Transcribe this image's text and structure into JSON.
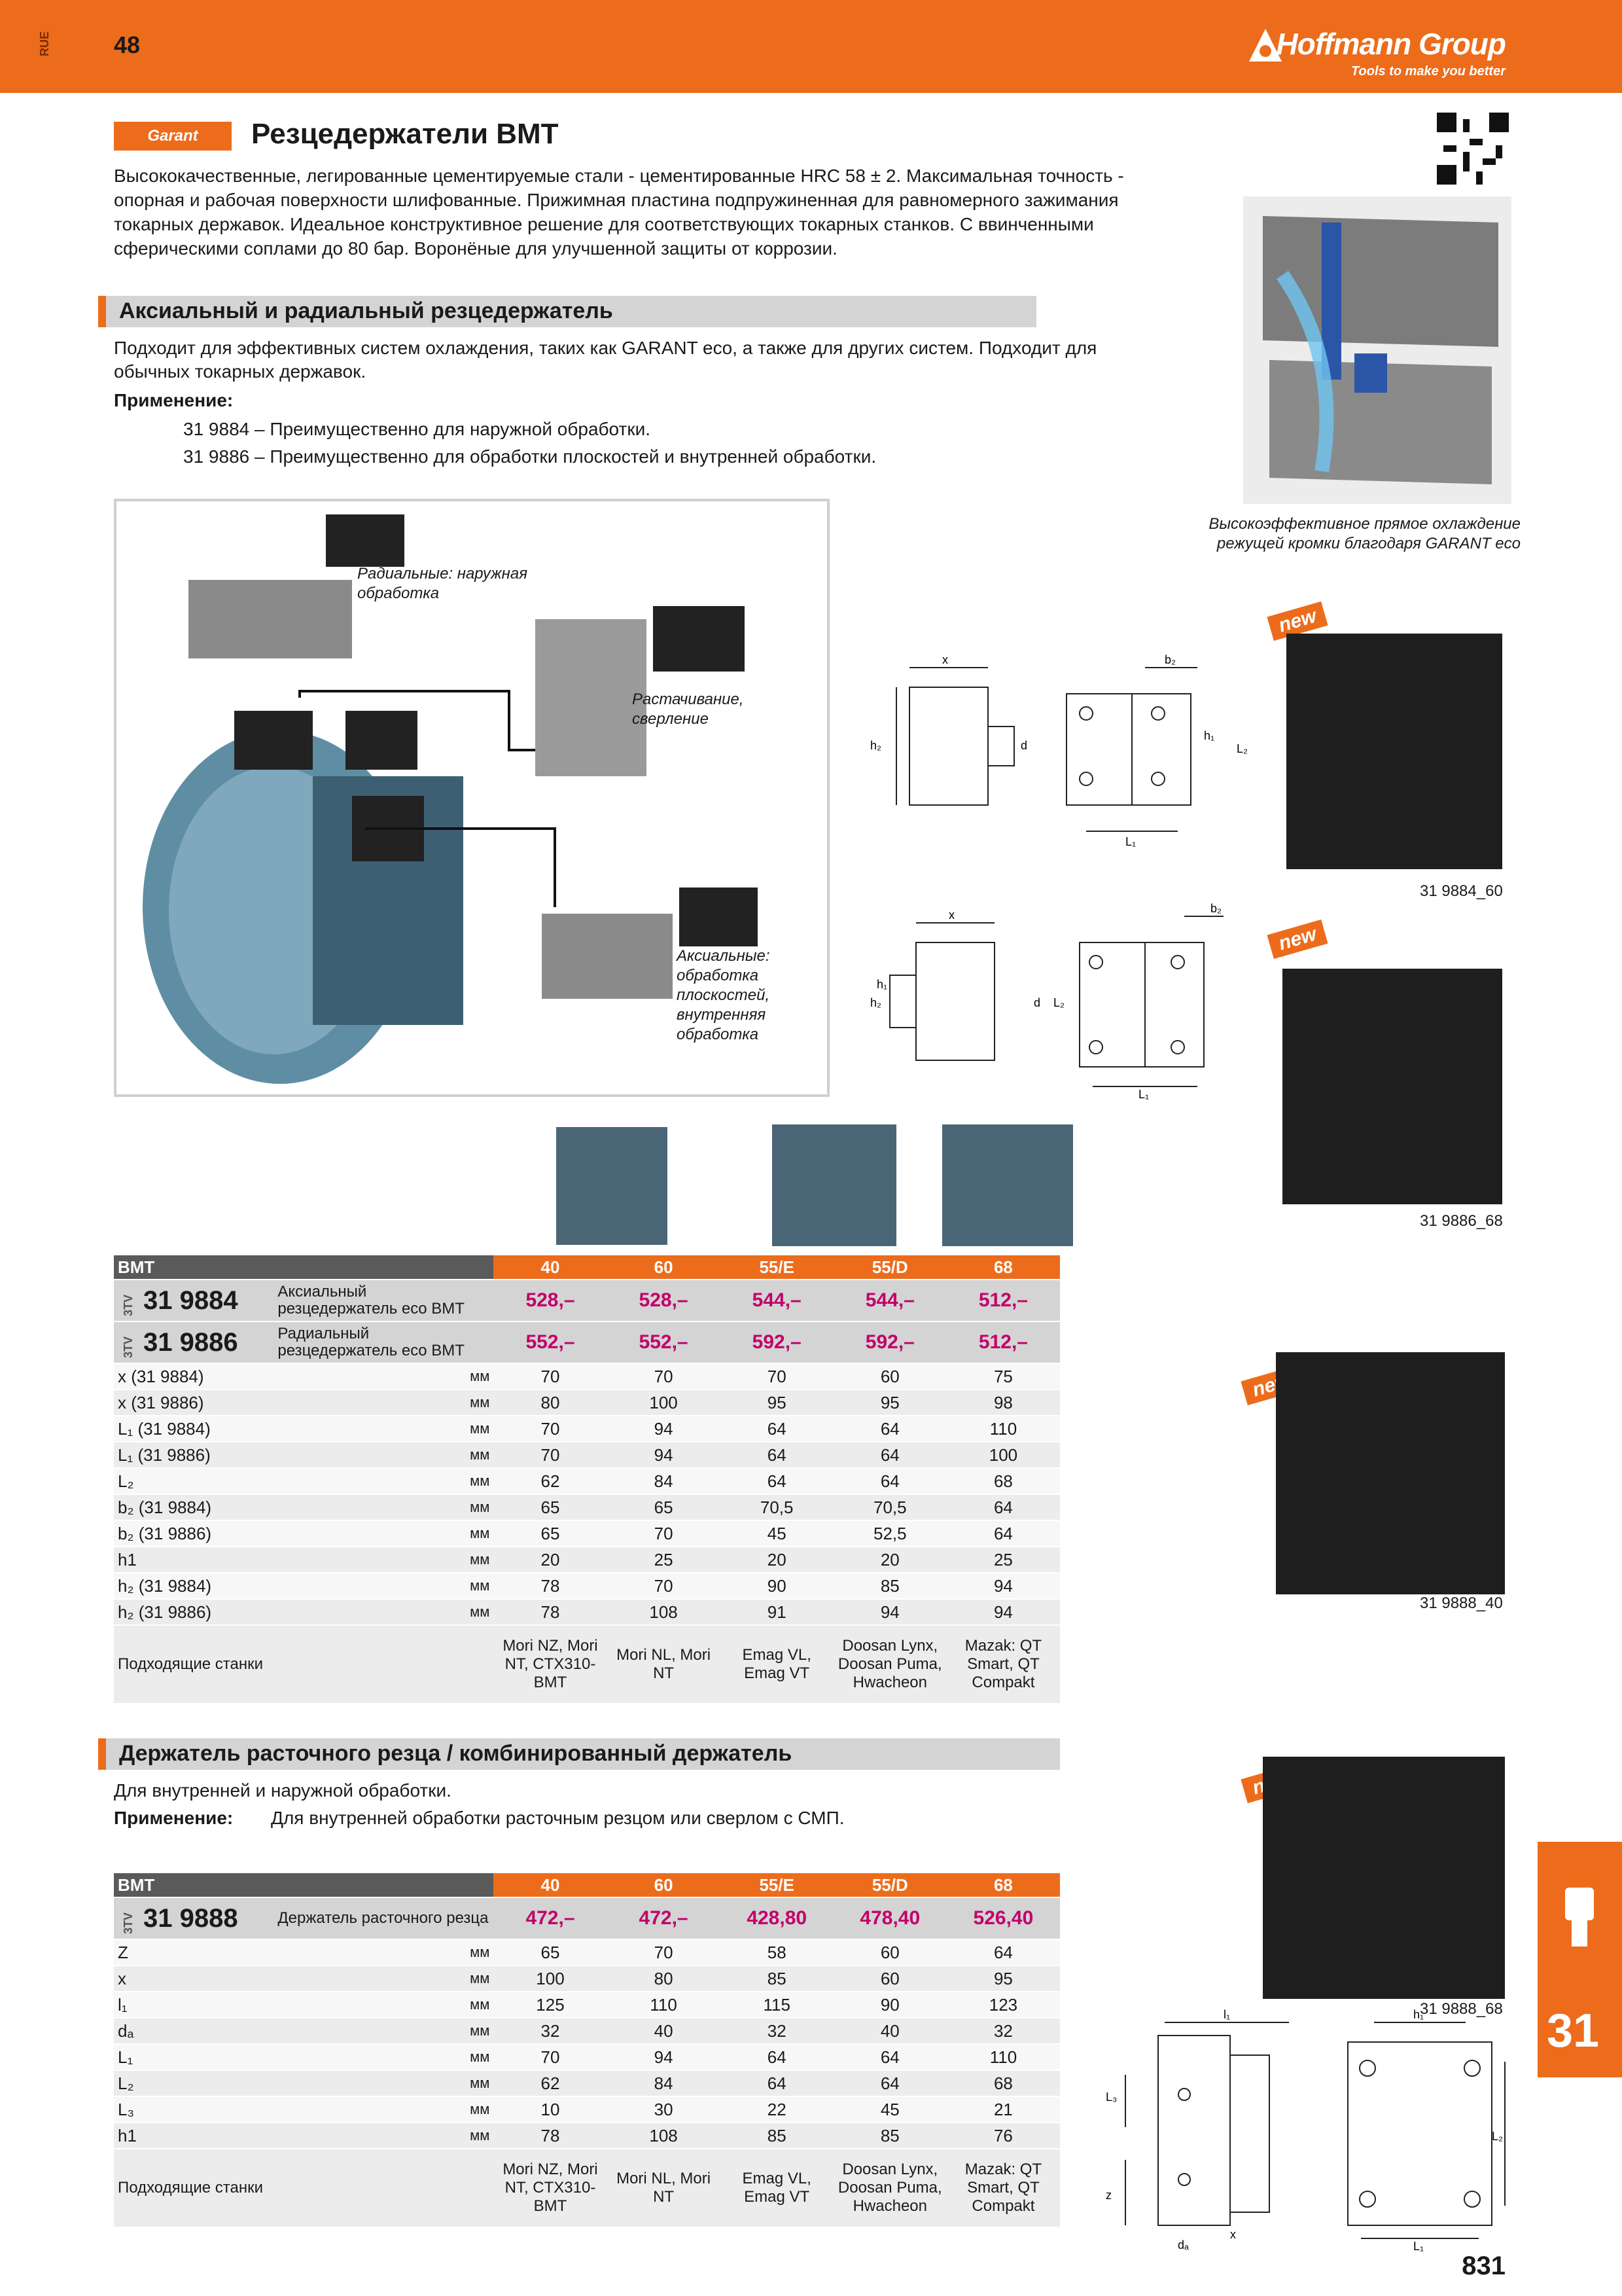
{
  "header": {
    "lang_code": "RUE",
    "page_number": "48",
    "brand": "Hoffmann Group",
    "tagline": "Tools to make you better"
  },
  "product": {
    "badge": "Garant",
    "title": "Резцедержатели BMT",
    "intro": "Высококачественные, легированные цементируемые стали - цементированные HRC 58 ± 2. Максимальная точность - опорная и рабочая поверхности шлифованные. Прижимная пластина подпружиненная для равномерного зажимания токарных державок. Идеальное конструктивное решение для соответствующих токарных станков. С ввинченными сферическими соплами до 80 бар. Воронёные для улучшенной защиты от коррозии."
  },
  "section1": {
    "heading": "Аксиальный и радиальный резцедержатель",
    "text": "Подходит для эффективных систем охлаждения, таких как GARANT eco, а также для других систем. Подходит для обычных токарных державок.",
    "app_label": "Применение:",
    "apps": [
      "31 9884 – Преимущественно для наружной обработки.",
      "31 9886 – Преимущественно для обработки плоскостей и внутренней обработки."
    ],
    "diagram_labels": {
      "radial": "Радиальные: наружная обработка",
      "boring": "Растачивание, сверление",
      "axial": "Аксиальные: обработка плоскостей, внутренняя обработка"
    },
    "cooling_caption": "Высокоэффективное прямое охлаждение режущей кромки благодаря GARANT eco"
  },
  "images": {
    "new_label": "new",
    "refs": [
      "31 9884_60",
      "31 9886_68",
      "31 9888_40",
      "31 9888_68"
    ]
  },
  "dims": {
    "x": "x",
    "b2": "b₂",
    "h2": "h₂",
    "h1": "h₁",
    "d": "d",
    "L1": "L₁",
    "L2": "L₂",
    "l1": "l₁",
    "L3": "L₃",
    "z": "z",
    "da": "dₐ"
  },
  "table1": {
    "header": [
      "BMT",
      "40",
      "60",
      "55/E",
      "55/D",
      "68"
    ],
    "price_rows": [
      {
        "zone": "3TV",
        "art": "31 9884",
        "label": "Аксиальный резцедержатель eco BMT",
        "prices": [
          "528,–",
          "528,–",
          "544,–",
          "544,–",
          "512,–"
        ]
      },
      {
        "zone": "3TV",
        "art": "31 9886",
        "label": "Радиальный резцедержатель eco BMT",
        "prices": [
          "552,–",
          "552,–",
          "592,–",
          "592,–",
          "512,–"
        ]
      }
    ],
    "unit": "мм",
    "rows": [
      {
        "label": "x (31 9884)",
        "values": [
          "70",
          "70",
          "70",
          "60",
          "75"
        ]
      },
      {
        "label": "x (31 9886)",
        "values": [
          "80",
          "100",
          "95",
          "95",
          "98"
        ]
      },
      {
        "label": "L₁ (31 9884)",
        "values": [
          "70",
          "94",
          "64",
          "64",
          "110"
        ]
      },
      {
        "label": "L₁ (31 9886)",
        "values": [
          "70",
          "94",
          "64",
          "64",
          "100"
        ]
      },
      {
        "label": "L₂",
        "values": [
          "62",
          "84",
          "64",
          "64",
          "68"
        ]
      },
      {
        "label": "b₂ (31 9884)",
        "values": [
          "65",
          "65",
          "70,5",
          "70,5",
          "64"
        ]
      },
      {
        "label": "b₂ (31 9886)",
        "values": [
          "65",
          "70",
          "45",
          "52,5",
          "64"
        ]
      },
      {
        "label": "h1",
        "values": [
          "20",
          "25",
          "20",
          "20",
          "25"
        ]
      },
      {
        "label": "h₂ (31 9884)",
        "values": [
          "78",
          "70",
          "90",
          "85",
          "94"
        ]
      },
      {
        "label": "h₂ (31 9886)",
        "values": [
          "78",
          "108",
          "91",
          "94",
          "94"
        ]
      }
    ],
    "machines_label": "Подходящие станки",
    "machines": [
      "Mori NZ, Mori NT, CTX310-BMT",
      "Mori NL, Mori NT",
      "Emag VL, Emag VT",
      "Doosan Lynx, Doosan Puma, Hwacheon",
      "Mazak: QT Smart, QT Compakt"
    ]
  },
  "section2": {
    "heading": "Держатель расточного резца / комбинированный держатель",
    "text": "Для внутренней и наружной обработки.",
    "app_label": "Применение:",
    "app_text": "Для внутренней обработки расточным резцом или сверлом с СМП."
  },
  "table2": {
    "header": [
      "BMT",
      "40",
      "60",
      "55/E",
      "55/D",
      "68"
    ],
    "price_rows": [
      {
        "zone": "3TV",
        "art": "31 9888",
        "label": "Держатель расточного резца",
        "prices": [
          "472,–",
          "472,–",
          "428,80",
          "478,40",
          "526,40"
        ]
      }
    ],
    "unit": "мм",
    "rows": [
      {
        "label": "Z",
        "values": [
          "65",
          "70",
          "58",
          "60",
          "64"
        ]
      },
      {
        "label": "x",
        "values": [
          "100",
          "80",
          "85",
          "60",
          "95"
        ]
      },
      {
        "label": "l₁",
        "values": [
          "125",
          "110",
          "115",
          "90",
          "123"
        ]
      },
      {
        "label": "dₐ",
        "values": [
          "32",
          "40",
          "32",
          "40",
          "32"
        ]
      },
      {
        "label": "L₁",
        "values": [
          "70",
          "94",
          "64",
          "64",
          "110"
        ]
      },
      {
        "label": "L₂",
        "values": [
          "62",
          "84",
          "64",
          "64",
          "68"
        ]
      },
      {
        "label": "L₃",
        "values": [
          "10",
          "30",
          "22",
          "45",
          "21"
        ]
      },
      {
        "label": "h1",
        "values": [
          "78",
          "108",
          "85",
          "85",
          "76"
        ]
      }
    ],
    "machines_label": "Подходящие станки",
    "machines": [
      "Mori NZ, Mori NT, CTX310-BMT",
      "Mori NL, Mori NT",
      "Emag VL, Emag VT",
      "Doosan Lynx, Doosan Puma, Hwacheon",
      "Mazak: QT Smart, QT Compakt"
    ]
  },
  "side_tab": {
    "number": "31"
  },
  "footer": {
    "page_number": "831"
  },
  "colors": {
    "accent": "#ec6c1c",
    "price": "#c2006a",
    "header_gray": "#5a5a5a",
    "row_gray": "#d4d4d4"
  }
}
